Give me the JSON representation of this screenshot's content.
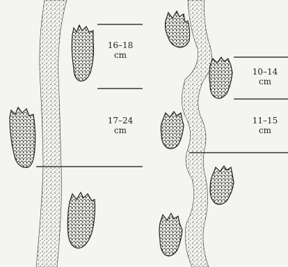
{
  "left_trail": {
    "stride_upper": {
      "range": "16–18",
      "unit": "cm"
    },
    "stride_lower": {
      "range": "17–24",
      "unit": "cm"
    }
  },
  "right_trail": {
    "stride_upper": {
      "range": "10–14",
      "unit": "cm"
    },
    "stride_lower": {
      "range": "11–15",
      "unit": "cm"
    }
  },
  "colors": {
    "ink": "#222222",
    "paper": "#f4f4f1"
  }
}
